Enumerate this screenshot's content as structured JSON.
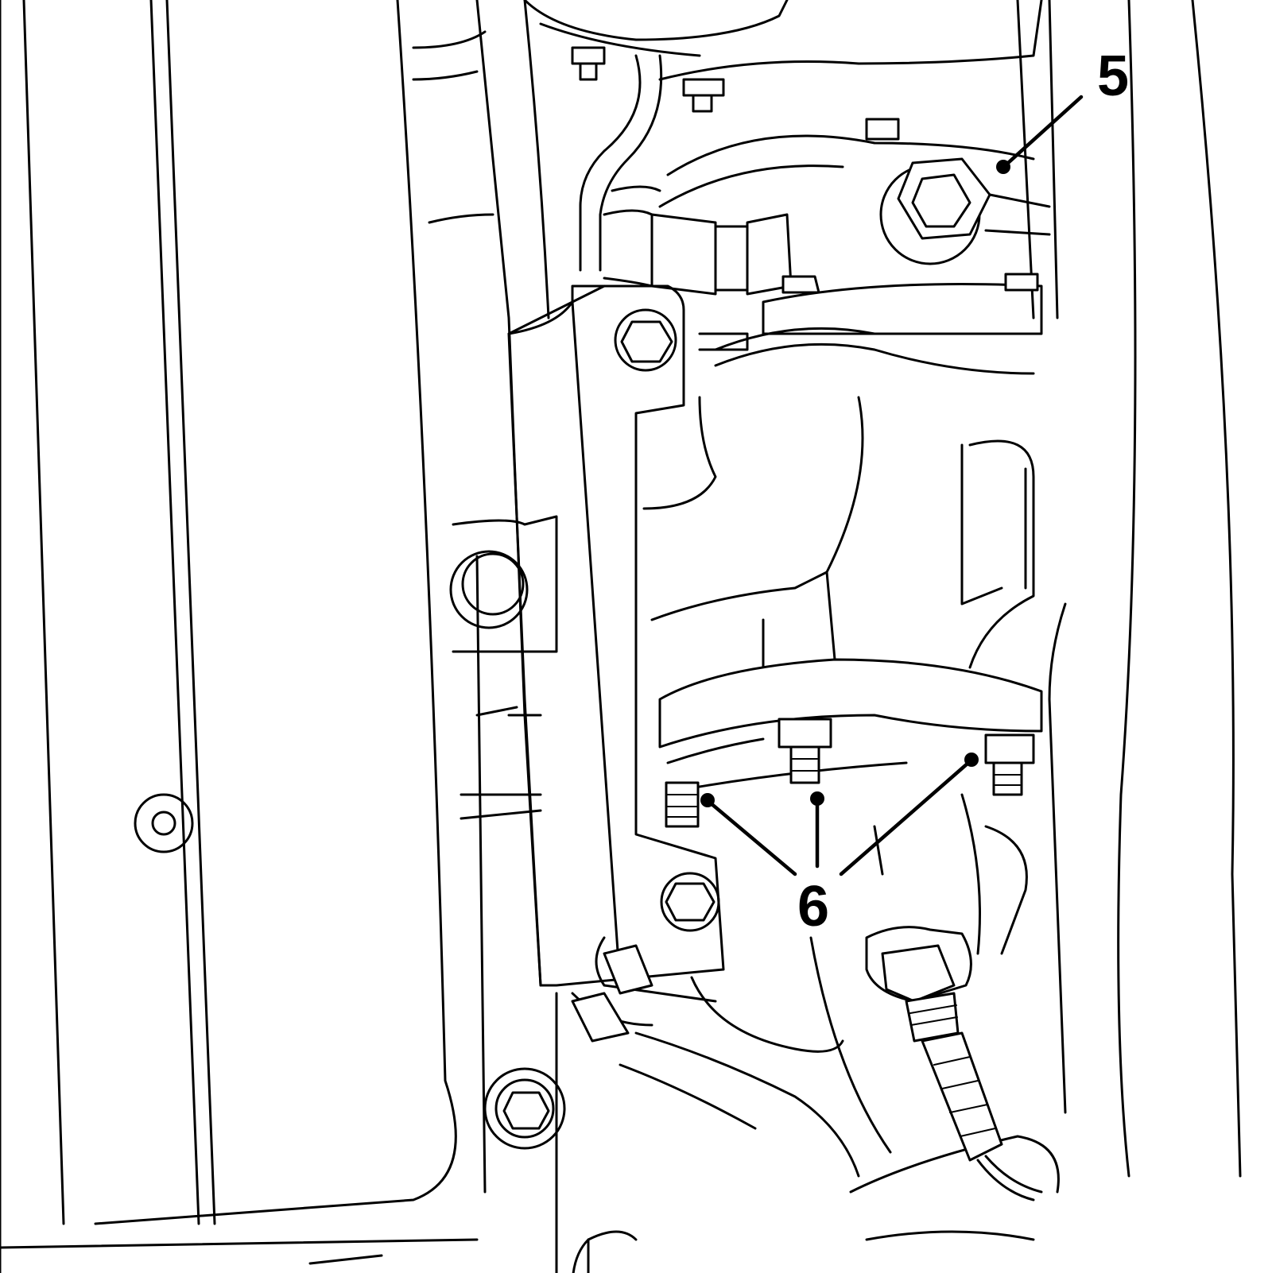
{
  "callouts": [
    {
      "id": "callout-5",
      "label": "5"
    },
    {
      "id": "callout-6",
      "label": "6"
    }
  ],
  "colors": {
    "line": "#000000",
    "background": "#ffffff"
  }
}
